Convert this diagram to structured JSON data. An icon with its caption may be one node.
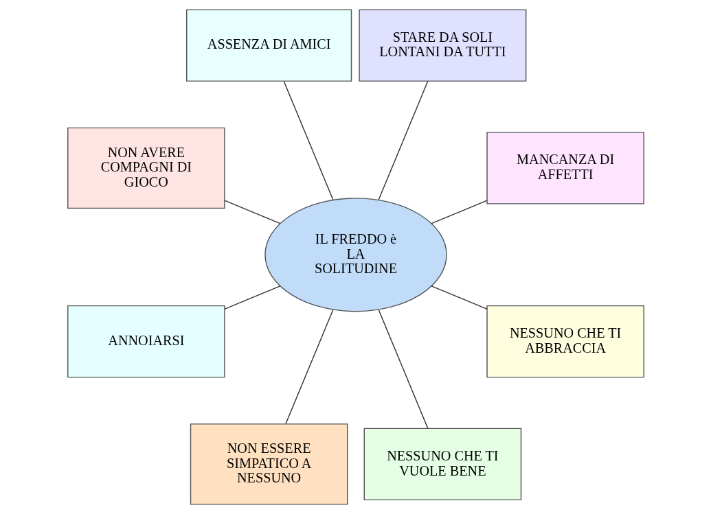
{
  "diagram": {
    "nodes": [
      {
        "text": [
          "IL FREDDO è LA SOLITUDINE"
        ]
      },
      {
        "text": [
          "MANCANZA DI AFFETTI"
        ]
      },
      {
        "text": [
          "STARE DA SOLI LONTANI DA TUTTI"
        ]
      },
      {
        "text": [
          "ASSENZA DI AMICI"
        ]
      },
      {
        "text": [
          "NON AVERE COMPAGNI DI GIOCO"
        ]
      },
      {
        "text": [
          "ANNOIARSI"
        ]
      },
      {
        "text": [
          "NON ESSERE SIMPATICO A NESSUNO"
        ]
      },
      {
        "text": [
          "NESSUNO CHE TI VUOLE BENE"
        ]
      },
      {
        "text": [
          "NESSUNO CHE TI ABBRACCIA"
        ]
      }
    ],
    "edges": [
      {
        "from": 0,
        "to": 1,
        "arrow": "none"
      },
      {
        "from": 0,
        "to": 2,
        "arrow": "none"
      },
      {
        "from": 0,
        "to": 5,
        "arrow": "none"
      },
      {
        "from": 0,
        "to": 7,
        "arrow": "none"
      },
      {
        "from": 0,
        "to": 8,
        "arrow": "none"
      },
      {
        "from": 0,
        "to": 6,
        "arrow": "none"
      },
      {
        "from": 0,
        "to": 4,
        "arrow": "none"
      },
      {
        "from": 0,
        "to": 3,
        "arrow": "none"
      }
    ]
  }
}
